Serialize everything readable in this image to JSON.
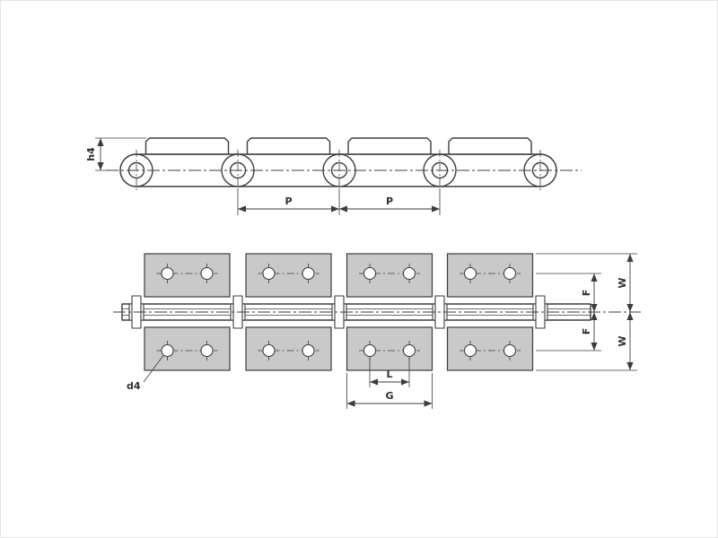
{
  "diagram": {
    "colors": {
      "plate_fill": "#c9c9c9",
      "line": "#3d3d3d",
      "background": "#ffffff"
    },
    "labels": {
      "h4": "h4",
      "p1": "P",
      "p2": "P",
      "f1": "F",
      "f2": "F",
      "w1": "W",
      "w2": "W",
      "l": "L",
      "g": "G",
      "d4": "d4"
    }
  }
}
